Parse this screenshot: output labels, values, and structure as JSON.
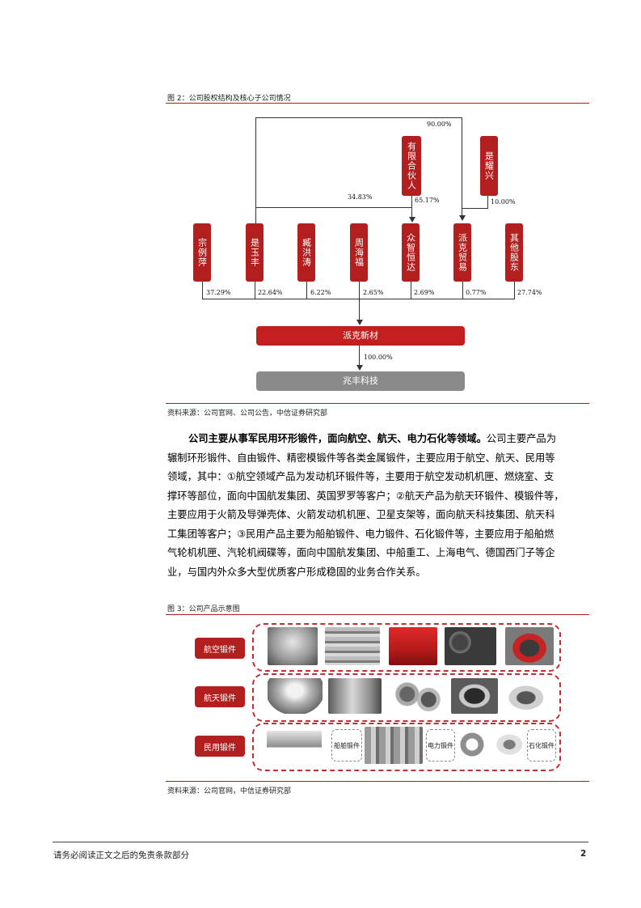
{
  "figure2": {
    "title": "图 2：公司股权结构及核心子公司情况",
    "source": "资料来源：公司官网、公司公告，中信证券研究部",
    "top_boxes": {
      "partner": "有限合伙人",
      "shiyaoxing": "是耀兴"
    },
    "shareholders": [
      "宗例萍",
      "是玉丰",
      "臧洪涛",
      "周海福",
      "众智恒达",
      "派克贸易",
      "其他股东"
    ],
    "shareholder_pcts": [
      "37.29%",
      "22.64%",
      "6.22%",
      "2.65%",
      "2.69%",
      "0.77%",
      "27.74%"
    ],
    "link_pcts": {
      "to_paike_trade": "90.00%",
      "yufeng_to_zhongzhi": "34.83%",
      "partner_to_zhongzhi": "65.17%",
      "shiyaoxing": "10.00%"
    },
    "company": "派克新材",
    "subsidiary_pct": "100.00%",
    "subsidiary": "兆丰科技"
  },
  "paragraph": {
    "lead": "公司主要从事军民用环形锻件，面向航空、航天、电力石化等领域。",
    "lines": [
      "辗制环形锻件、自由锻件、精密模锻件等各类金属锻件，主要应用于航空、航天、民用等",
      "领域，其中：①航空领域产品为发动机环锻件等，主要用于航空发动机机匣、燃烧室、支",
      "撑环等部位，面向中国航发集团、英国罗罗等客户；②航天产品为航天环锻件、模锻件等，",
      "主要应用于火箭及导弹壳体、火箭发动机机匣、卫星支架等，面向航天科技集团、航天科",
      "工集团等客户；③民用产品主要为船舶锻件、电力锻件、石化锻件等，主要应用于船舶燃",
      "气轮机机匣、汽轮机阀碟等，面向中国航发集团、中船重工、上海电气、德国西门子等企",
      "业，与国内外众多大型优质客户形成稳固的业务合作关系。"
    ],
    "lead_tail": "公司主要产品为"
  },
  "figure3": {
    "title": "图 3：公司产品示意图",
    "source": "资料来源：公司官网，中信证券研究部",
    "rows": [
      "航空锻件",
      "航天锻件",
      "民用锻件"
    ],
    "civil_labels": [
      "船舶锻件",
      "电力锻件",
      "石化锻件"
    ]
  },
  "footer": {
    "disclaimer": "请务必阅读正文之后的免责条款部分",
    "page": "2"
  },
  "colors": {
    "brand_red": "#b31e1e",
    "sub_gray": "#8a8a8a"
  }
}
